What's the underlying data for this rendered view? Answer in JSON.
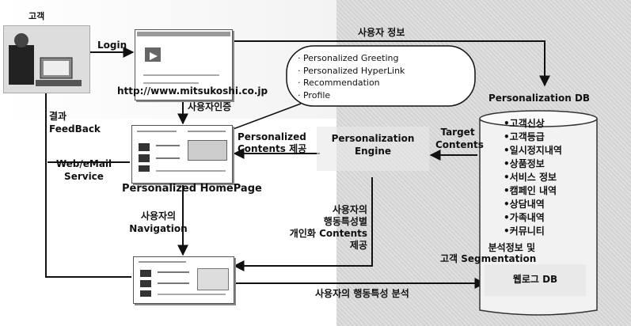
{
  "customer_label": "고객",
  "login_label": "Login",
  "website_url": "http://www.mitsukoshi.co.jp",
  "user_info_label": "사용자 정보",
  "auth_label": "사용자인증",
  "result_feedback": [
    "결과",
    "FeedBack"
  ],
  "web_email_service": [
    "Web/eMail",
    "Service"
  ],
  "personalized_homepage_label": "Personalized HomePage",
  "personalized_contents_label": [
    "Personalized",
    "Contents 제공"
  ],
  "engine_label": [
    "Personalization",
    "Engine"
  ],
  "target_contents_label": [
    "Target",
    "Contents"
  ],
  "bubble_items": [
    "· Personalized Greeting",
    "· Personalized HyperLink",
    "· Recommendation",
    "· Profile"
  ],
  "db_title": "Personalization DB",
  "db_items": [
    "•고객신상",
    "•고객등급",
    "•일시정지내역",
    "•상품정보",
    "•서비스 정보",
    "•캠페인 내역",
    "•상담내역",
    "•가족내역",
    "•커뮤니티"
  ],
  "navigation_label": [
    "사용자의",
    "Navigation"
  ],
  "behavior_contents_label": [
    "사용자의",
    "행동특성별",
    "개인화 Contents",
    "제공"
  ],
  "segmentation_label": [
    "분석정보 및",
    "고객 Segmentation"
  ],
  "weblog_db_label": "웹로그 DB",
  "behavior_analysis_label": "사용자의 행동특성 분석"
}
